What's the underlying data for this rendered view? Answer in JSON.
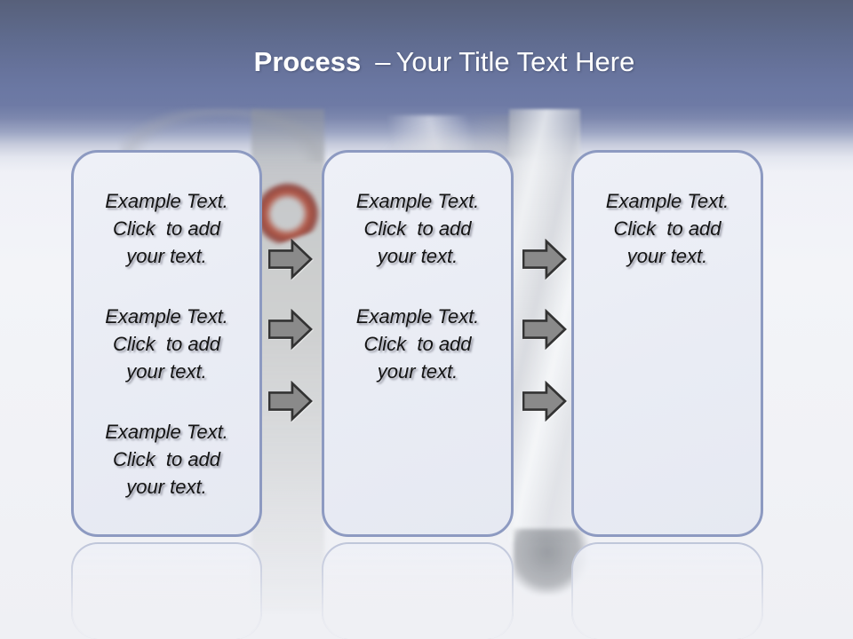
{
  "slide": {
    "title": {
      "keyword": "Process",
      "separator": "–",
      "text": "Your Title Text Here"
    },
    "boxes": [
      {
        "paragraphs": [
          "Example Text.\nClick  to add\nyour text.",
          "Example Text.\nClick  to add\nyour text.",
          "Example Text.\nClick  to add\nyour text."
        ]
      },
      {
        "paragraphs": [
          "Example Text.\nClick  to add\nyour text.",
          "Example Text.\nClick  to add\nyour text."
        ]
      },
      {
        "paragraphs": [
          "Example Text.\nClick  to add\nyour text."
        ]
      }
    ],
    "arrows": {
      "icon": "arrow-right-icon",
      "glyph": "→",
      "columns": 2,
      "arrows_per_column": 3
    },
    "colors": {
      "header_blue": "#6a76a0",
      "header_top": "#57607a",
      "box_fill": "#e9ecf4",
      "box_border": "#8d9ac1",
      "arrow_fill": "#8a8a8a",
      "arrow_outline": "#333333",
      "body_text": "#141414",
      "title_text": "#ffffff",
      "background_accent_red": "#a43a2b"
    }
  }
}
